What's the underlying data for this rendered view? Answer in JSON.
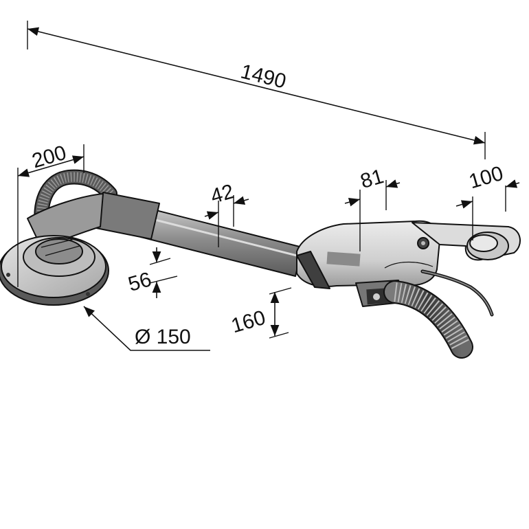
{
  "dimensions": {
    "overall_length": "1490",
    "head_width": "200",
    "tube_diameter": "42",
    "handle_width": "81",
    "grip_width": "100",
    "head_height": "56",
    "handle_height": "160",
    "disc_diameter": "Ø 150"
  },
  "colors": {
    "line": "#111111",
    "body_light": "#d9d9d9",
    "body_mid": "#a8a8a8",
    "body_dark": "#4d4d4d",
    "tube": "#8a8a8a"
  }
}
